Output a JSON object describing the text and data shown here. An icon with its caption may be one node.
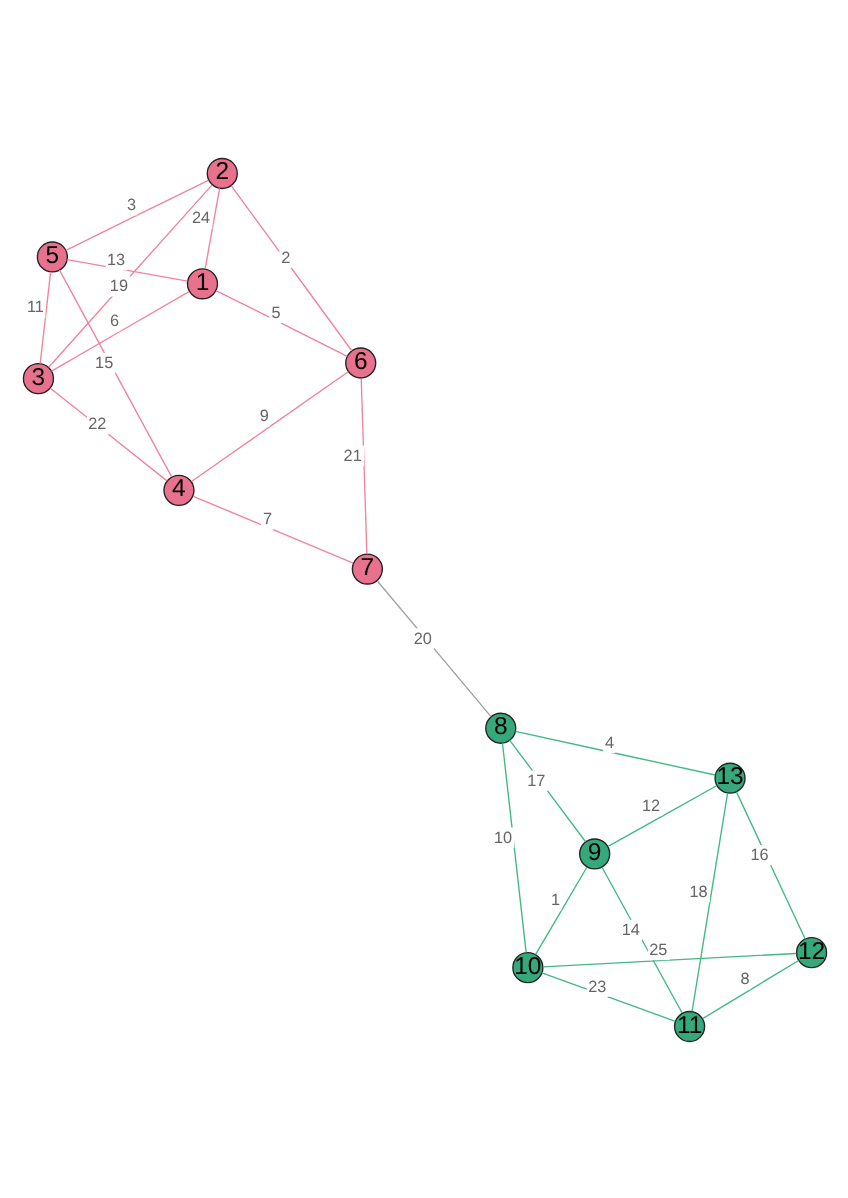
{
  "diagram": {
    "nodes": [
      {
        "text": [
          "1"
        ]
      },
      {
        "text": [
          "2"
        ]
      },
      {
        "text": [
          "3"
        ]
      },
      {
        "text": [
          "4"
        ]
      },
      {
        "text": [
          "5"
        ]
      },
      {
        "text": [
          "6"
        ]
      },
      {
        "text": [
          "7"
        ]
      },
      {
        "text": [
          "8"
        ]
      },
      {
        "text": [
          "9"
        ]
      },
      {
        "text": [
          "10"
        ]
      },
      {
        "text": [
          "11"
        ]
      },
      {
        "text": [
          "12"
        ]
      },
      {
        "text": [
          "13"
        ]
      }
    ],
    "edges": [
      {
        "from": 0,
        "to": 1,
        "arrow": "none",
        "label": "24",
        "color": "#f0849f"
      },
      {
        "from": 0,
        "to": 4,
        "arrow": "none",
        "label": "13",
        "color": "#f0849f"
      },
      {
        "from": 0,
        "to": 5,
        "arrow": "none",
        "label": "5",
        "color": "#f0849f"
      },
      {
        "from": 0,
        "to": 2,
        "arrow": "none",
        "label": "6",
        "color": "#f0849f"
      },
      {
        "from": 1,
        "to": 4,
        "arrow": "none",
        "label": "3",
        "color": "#f0849f"
      },
      {
        "from": 1,
        "to": 2,
        "arrow": "none",
        "label": "19",
        "color": "#f0849f"
      },
      {
        "from": 1,
        "to": 5,
        "arrow": "none",
        "label": "2",
        "color": "#f0849f"
      },
      {
        "from": 4,
        "to": 2,
        "arrow": "none",
        "label": "11",
        "color": "#f0849f"
      },
      {
        "from": 4,
        "to": 3,
        "arrow": "none",
        "label": "15",
        "color": "#f0849f"
      },
      {
        "from": 2,
        "to": 3,
        "arrow": "none",
        "label": "22",
        "color": "#f0849f"
      },
      {
        "from": 5,
        "to": 3,
        "arrow": "none",
        "label": "9",
        "color": "#f0849f"
      },
      {
        "from": 5,
        "to": 6,
        "arrow": "none",
        "label": "21",
        "color": "#f0849f"
      },
      {
        "from": 6,
        "to": 3,
        "arrow": "none",
        "label": "7",
        "color": "#f0849f"
      },
      {
        "from": 6,
        "to": 7,
        "arrow": "none",
        "label": "20",
        "color": "#a0a0a0"
      },
      {
        "from": 7,
        "to": 12,
        "arrow": "none",
        "label": "4",
        "color": "#42b887"
      },
      {
        "from": 7,
        "to": 8,
        "arrow": "none",
        "label": "17",
        "color": "#42b887"
      },
      {
        "from": 7,
        "to": 9,
        "arrow": "none",
        "label": "10",
        "color": "#42b887"
      },
      {
        "from": 12,
        "to": 8,
        "arrow": "none",
        "label": "12",
        "color": "#42b887"
      },
      {
        "from": 12,
        "to": 10,
        "arrow": "none",
        "label": "18",
        "color": "#42b887"
      },
      {
        "from": 12,
        "to": 11,
        "arrow": "none",
        "label": "16",
        "color": "#42b887"
      },
      {
        "from": 8,
        "to": 10,
        "arrow": "none",
        "label": "14",
        "color": "#42b887"
      },
      {
        "from": 8,
        "to": 9,
        "arrow": "none",
        "label": "1",
        "color": "#42b887"
      },
      {
        "from": 10,
        "to": 9,
        "arrow": "none",
        "label": "23",
        "color": "#42b887"
      },
      {
        "from": 10,
        "to": 11,
        "arrow": "none",
        "label": "8",
        "color": "#42b887"
      },
      {
        "from": 11,
        "to": 9,
        "arrow": "none",
        "label": "25",
        "color": "#42b887"
      }
    ]
  }
}
